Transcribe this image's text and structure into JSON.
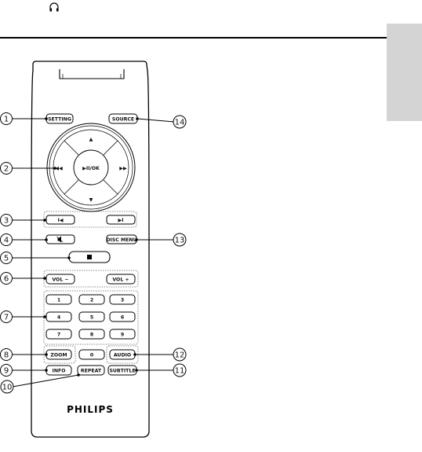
{
  "callouts": [
    "1",
    "2",
    "3",
    "4",
    "5",
    "6",
    "7",
    "8",
    "9",
    "10",
    "11",
    "12",
    "13",
    "14"
  ],
  "buttons": {
    "setting": "SETTING",
    "source": "SOURCE",
    "play_ok": "▶II/OK",
    "disc_menu": "DISC MENU",
    "vol_minus": "VOL −",
    "vol_plus": "VOL +",
    "digits": [
      "1",
      "2",
      "3",
      "4",
      "5",
      "6",
      "7",
      "8",
      "9",
      "0"
    ],
    "zoom": "ZOOM",
    "audio": "AUDIO",
    "info": "INFO",
    "repeat": "REPEAT",
    "subtitle": "SUBTITLE"
  },
  "icons": {
    "header": "headphone-icon",
    "up": "▲",
    "down": "▼",
    "left": "◀◀",
    "right": "▶▶",
    "prev": "I◀",
    "next": "▶I",
    "mute": "mute-icon",
    "stop": "■"
  },
  "brand": "PHILIPS",
  "colors": {
    "side_tab": "#d4d4d4",
    "line": "#000000"
  }
}
